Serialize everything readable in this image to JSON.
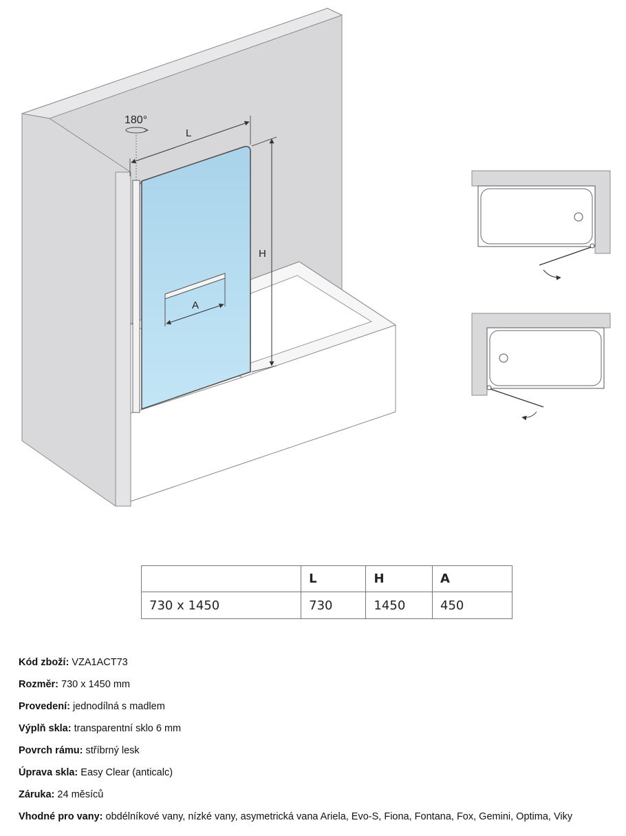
{
  "diagram": {
    "rotation_label": "180°",
    "dim_L": "L",
    "dim_H": "H",
    "dim_A": "A"
  },
  "table": {
    "headers": [
      "",
      "L",
      "H",
      "A"
    ],
    "row": [
      "730 x 1450",
      "730",
      "1450",
      "450"
    ]
  },
  "specs": [
    {
      "label": "Kód zboží:",
      "value": "VZA1ACT73"
    },
    {
      "label": "Rozměr:",
      "value": "730 x 1450 mm"
    },
    {
      "label": "Provedení:",
      "value": "jednodílná s madlem"
    },
    {
      "label": "Výplň skla:",
      "value": "transparentní sklo 6 mm"
    },
    {
      "label": "Povrch rámu:",
      "value": "stříbrný lesk"
    },
    {
      "label": "Úprava skla:",
      "value": "Easy Clear (anticalc)"
    },
    {
      "label": "Záruka:",
      "value": "24 měsíců"
    },
    {
      "label": "Vhodné pro vany:",
      "value": "obdélníkové vany, nízké vany, asymetrická vana Ariela, Evo-S, Fiona, Fontana, Fox, Gemini, Optima, Viky"
    }
  ]
}
